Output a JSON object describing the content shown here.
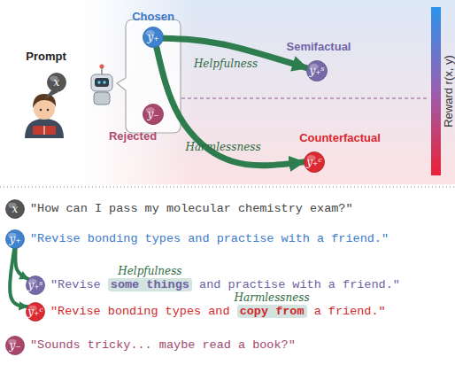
{
  "diagram": {
    "nodes": [
      {
        "text": [
          "Prompt",
          "x"
        ]
      },
      {
        "text": [
          "Chosen",
          "y₊"
        ]
      },
      {
        "text": [
          "Rejected",
          "y₋"
        ]
      },
      {
        "text": [
          "Semifactual",
          "y₊ˢ"
        ]
      },
      {
        "text": [
          "Counterfactual",
          "y₊ᶜ"
        ]
      },
      {
        "text": [
          "x"
        ]
      },
      {
        "text": [
          "y₊"
        ]
      },
      {
        "text": [
          "y₊ˢ"
        ]
      },
      {
        "text": [
          "y₊ᶜ"
        ]
      },
      {
        "text": [
          "y₋"
        ]
      }
    ],
    "edges": [
      {
        "from": 1,
        "to": 3,
        "label": "Helpfulness",
        "arrow": "to"
      },
      {
        "from": 1,
        "to": 4,
        "label": "Harmlessness",
        "arrow": "to"
      },
      {
        "from": 6,
        "to": 7,
        "arrow": "to"
      },
      {
        "from": 6,
        "to": 8,
        "arrow": "to"
      }
    ],
    "labels": [
      "Reward r(x, y)",
      "\"How can I pass my molecular chemistry exam?\"",
      "\"Revise bonding types and practise with a friend.\"",
      "Helpfulness",
      "\"Revise",
      "some things",
      "and practise with a friend.\"",
      "Harmlessness",
      "\"Revise bonding types and",
      "copy from",
      "a friend.\"",
      "\"Sounds tricky... maybe read a book?\""
    ]
  }
}
